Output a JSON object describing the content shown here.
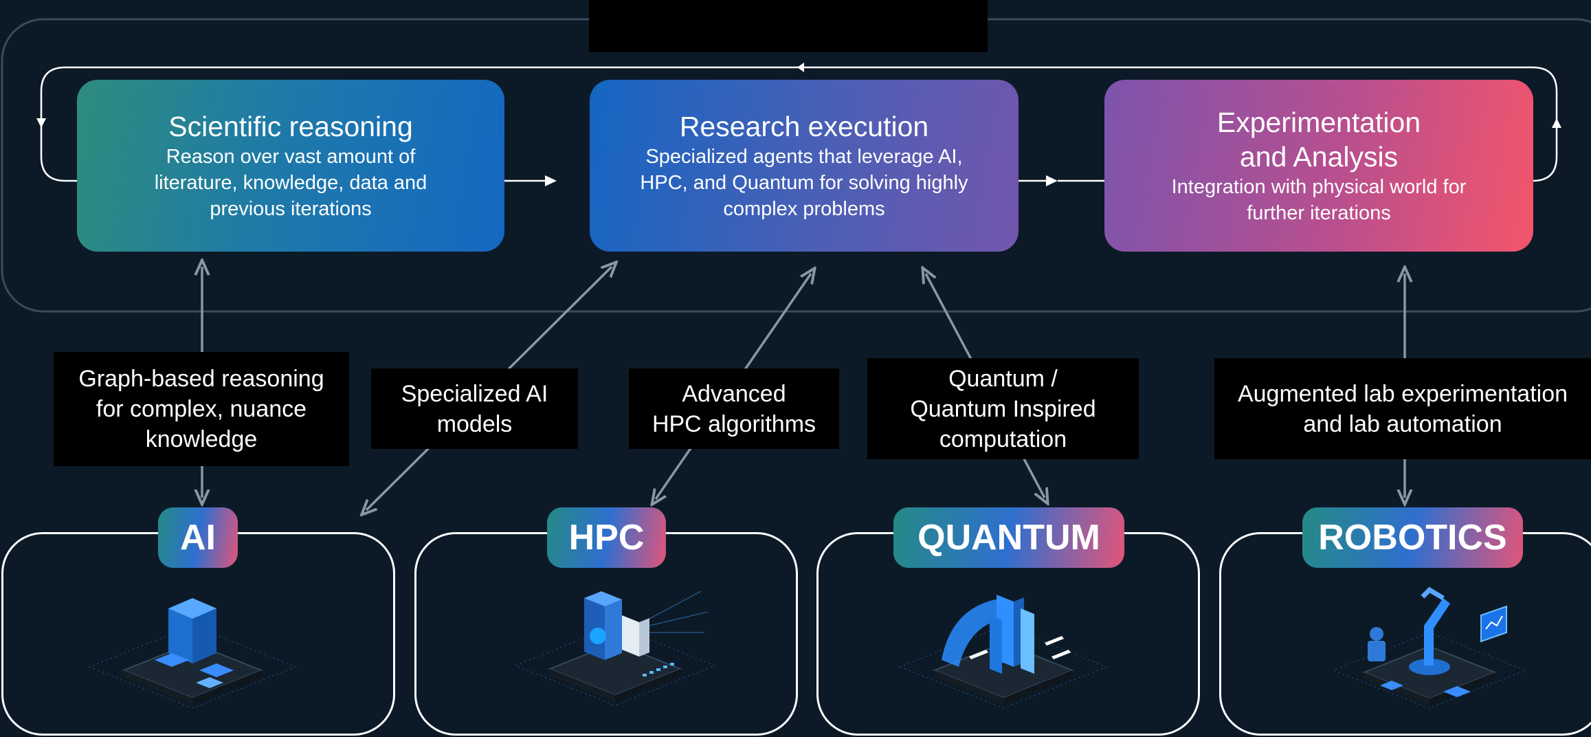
{
  "stages": [
    {
      "title": "Scientific reasoning",
      "desc": "Reason over vast amount of\nliterature, knowledge, data and\nprevious iterations"
    },
    {
      "title": "Research execution",
      "desc": "Specialized agents that leverage AI,\nHPC, and Quantum for solving highly\ncomplex problems"
    },
    {
      "title": "Experimentation\nand Analysis",
      "desc": "Integration with physical world for\nfurther iterations"
    }
  ],
  "captions": [
    "Graph-based reasoning\nfor complex, nuance\nknowledge",
    "Specialized AI\nmodels",
    "Advanced\nHPC algorithms",
    "Quantum /\nQuantum Inspired\ncomputation",
    "Augmented lab experimentation\nand lab automation"
  ],
  "pillars": [
    {
      "label": "AI",
      "icon": "ai-server-stack-icon"
    },
    {
      "label": "HPC",
      "icon": "hpc-datacenter-icon"
    },
    {
      "label": "QUANTUM",
      "icon": "quantum-processor-icon"
    },
    {
      "label": "ROBOTICS",
      "icon": "robotic-arm-icon"
    }
  ],
  "colors": {
    "background": "#0c1a27",
    "stage1_start": "#2e8c7c",
    "stage2": "#4b5fb5",
    "stage3_end": "#f4556a",
    "connector": "#8a97a3"
  }
}
